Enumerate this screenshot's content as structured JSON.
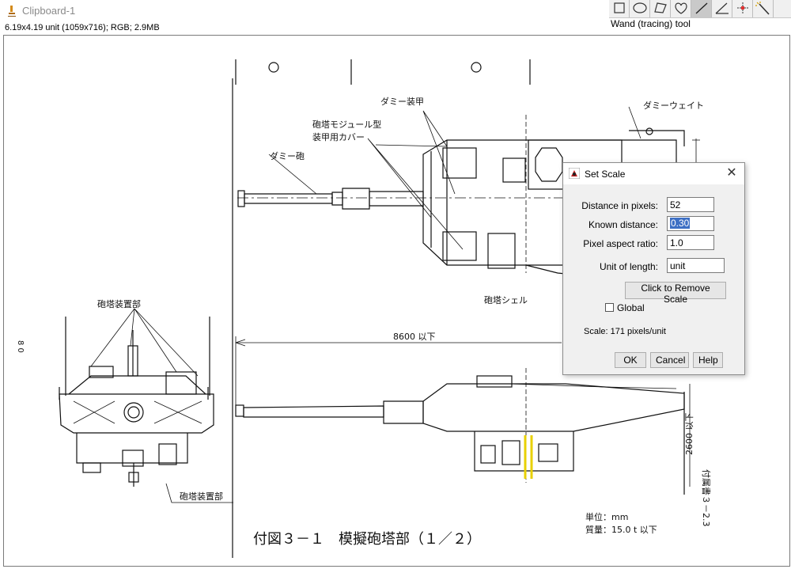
{
  "window": {
    "title": "Clipboard-1",
    "info": "6.19x4.19 unit (1059x716); RGB; 2.9MB"
  },
  "toolbar": {
    "tools": [
      "rectangle-icon",
      "oval-icon",
      "polygon-icon",
      "freehand-icon",
      "line-icon",
      "angle-icon",
      "point-icon",
      "wand-icon"
    ],
    "active_tool": "line-icon",
    "status": "Wand (tracing) tool"
  },
  "drawing": {
    "labels": {
      "dummy_armor": "ダミー装甲",
      "turret_module_1": "砲塔モジュール型",
      "turret_module_2": "装甲用カバー",
      "dummy_gun": "ダミー砲",
      "dummy_weight": "ダミーウェイト",
      "turret_device_top": "砲塔装置部",
      "turret_shell": "砲塔シェル",
      "length_dim": "8600 以下",
      "height_dim": "2600 以下",
      "turret_device_bottom": "砲塔装置部",
      "unit_label": "単位：mm",
      "mass_label": "質量：15.0 t 以下",
      "figure_caption": "付図３－１　模擬砲塔部（１／２）",
      "side_tag": "付属書３－2.3",
      "margin_mark": "8 0"
    }
  },
  "dialog": {
    "title": "Set Scale",
    "fields": [
      {
        "label": "Distance in pixels:",
        "value": "52"
      },
      {
        "label": "Known distance:",
        "value": "0.30"
      },
      {
        "label": "Pixel aspect ratio:",
        "value": "1.0"
      },
      {
        "label": "Unit of length:",
        "value": "unit"
      }
    ],
    "remove_scale_label": "Click to Remove Scale",
    "global_label": "Global",
    "global_checked": false,
    "scale_text": "Scale: 171 pixels/unit",
    "ok_label": "OK",
    "cancel_label": "Cancel",
    "help_label": "Help"
  }
}
